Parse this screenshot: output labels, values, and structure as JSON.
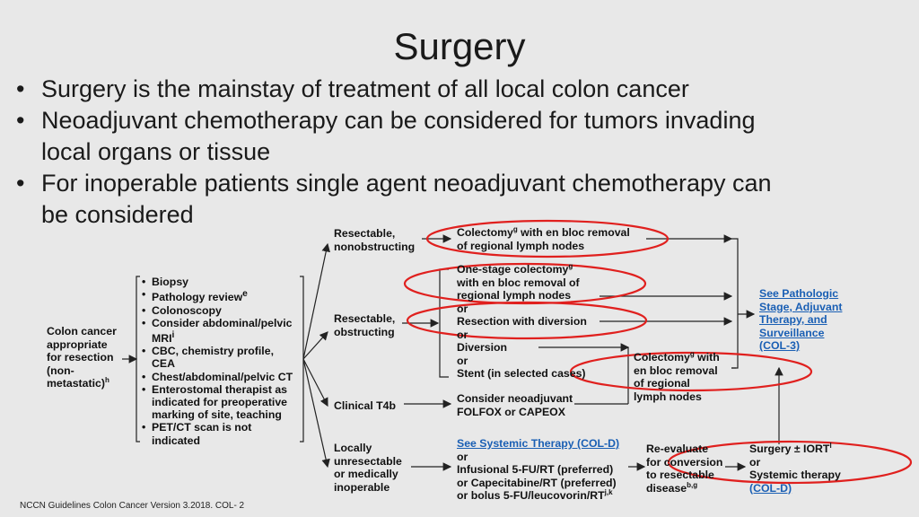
{
  "slide": {
    "title": "Surgery",
    "bullets": [
      "Surgery is the mainstay of treatment of all local colon cancer",
      "Neoadjuvant chemotherapy can be considered for tumors invading",
      "local organs or tissue",
      "For inoperable patients single agent neoadjuvant chemotherapy can",
      "be considered"
    ],
    "footer": "NCCN Guidelines Colon Cancer Version 3.2018. COL- 2"
  },
  "flow": {
    "start": [
      "Colon cancer",
      "appropriate",
      "for resection",
      "(non-",
      "metastatic)"
    ],
    "start_sup": "h",
    "workup": {
      "biopsy": "Biopsy",
      "pathology": "Pathology review",
      "pathology_sup": "e",
      "colonoscopy": "Colonoscopy",
      "consider_mri_1": "Consider abdominal/pelvic",
      "consider_mri_2": "MRI",
      "consider_mri_sup": "i",
      "cbc_1": "CBC, chemistry profile,",
      "cbc_2": "CEA",
      "ct": "Chest/abdominal/pelvic CT",
      "entero_1": "Enterostomal therapist as",
      "entero_2": "indicated for preoperative",
      "entero_3": "marking of site, teaching",
      "pet_1": "PET/CT scan is not",
      "pet_2": "indicated"
    },
    "branch_resectable_nonobstructing": [
      "Resectable,",
      "nonobstructing"
    ],
    "branch_resectable_obstructing": [
      "Resectable,",
      "obstructing"
    ],
    "branch_t4b": "Clinical T4b",
    "branch_unresectable": [
      "Locally",
      "unresectable",
      "or medically",
      "inoperable"
    ],
    "colectomy_1": [
      "Colectomy",
      "g",
      " with en bloc removal",
      "of regional lymph nodes"
    ],
    "onestage": [
      "One-stage colectomy",
      "g",
      "with en bloc removal of",
      "regional lymph nodes",
      "or",
      "Resection with diversion",
      "or",
      "Diversion",
      "or",
      "Stent (in selected cases)"
    ],
    "colectomy_2": [
      "Colectomy",
      "g",
      " with",
      "en bloc removal",
      "of regional",
      "lymph nodes"
    ],
    "neoadjuvant": [
      "Consider neoadjuvant",
      "FOLFOX or CAPEOX"
    ],
    "systemic": [
      "See Systemic Therapy (COL-D)",
      "or",
      "Infusional 5-FU/RT (preferred)",
      "or Capecitabine/RT (preferred)",
      "or bolus 5-FU/leucovorin/RT",
      "j,k"
    ],
    "reevaluate": [
      "Re-evaluate",
      "for conversion",
      "to resectable",
      "disease",
      "b,g"
    ],
    "surgery_iort": [
      "Surgery ± IORT",
      "l",
      "or",
      "Systemic therapy",
      "(COL-D)"
    ],
    "pathologic": [
      "See Pathologic",
      "Stage, Adjuvant",
      "Therapy, and",
      "Surveillance",
      "(COL-3)"
    ]
  }
}
